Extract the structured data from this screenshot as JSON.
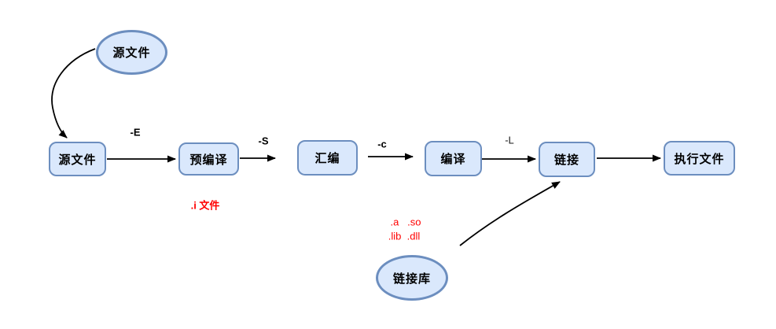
{
  "diagram": {
    "nodes": {
      "source_ellipse": {
        "label": "源文件"
      },
      "source_box": {
        "label": "源文件"
      },
      "precompile_box": {
        "label": "预编译"
      },
      "assemble_box": {
        "label": "汇编"
      },
      "compile_box": {
        "label": "编译"
      },
      "link_box": {
        "label": "链接"
      },
      "executable_box": {
        "label": "执行文件"
      },
      "library_ellipse": {
        "label": "链接库"
      }
    },
    "edge_labels": {
      "preprocess_flag": "-E",
      "assemble_flag": "-S",
      "compile_flag": "-c",
      "link_flag": "-L"
    },
    "annotations": {
      "i_file": ".i 文件",
      "lib_line1": ".a   .so",
      "lib_line2": ".lib  .dll"
    },
    "colors": {
      "node_fill": "#dae8fc",
      "node_border": "#6c8ebf",
      "annotation_red": "#ff0000",
      "arrow_color": "#000000",
      "background": "#ffffff"
    }
  }
}
